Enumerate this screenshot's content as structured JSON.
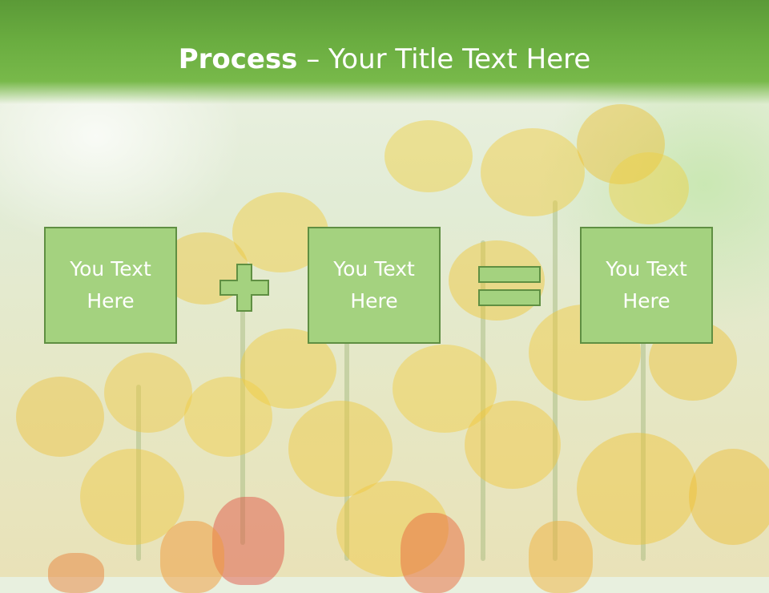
{
  "slide": {
    "title_bold": "Process",
    "title_rest": " – Your Title Text Here"
  },
  "boxes": [
    {
      "text": "You Text Here"
    },
    {
      "text": "You Text Here"
    },
    {
      "text": "You Text Here"
    }
  ],
  "operators": [
    "plus-icon",
    "equals-icon"
  ],
  "colors": {
    "title_bar": "#6aad40",
    "box_fill": "#a4d27f",
    "box_border": "#5f8f42",
    "text": "#ffffff"
  }
}
